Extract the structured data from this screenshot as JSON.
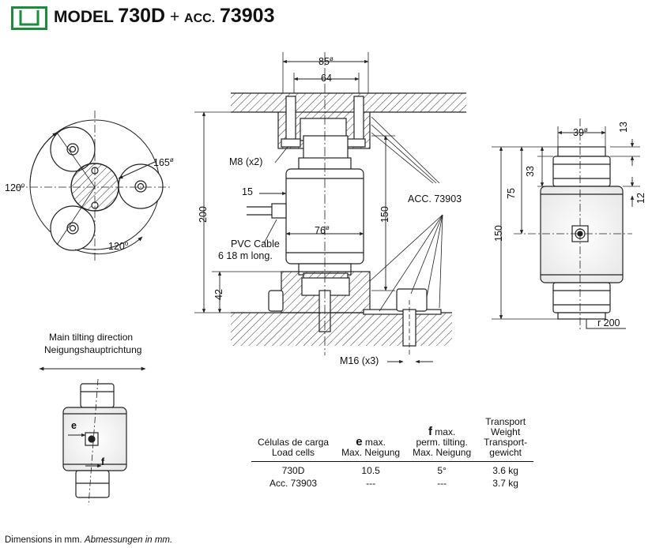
{
  "colors": {
    "brand": "#1a8c3a",
    "line": "#222222",
    "hatch": "#333333"
  },
  "header": {
    "logo_icon": "brand-u-logo-icon",
    "model_prefix": "MODEL",
    "model_number": "730D",
    "plus": "+",
    "acc_prefix": "ACC.",
    "acc_number": "73903"
  },
  "dimensions": {
    "d85": "85",
    "d64": "64",
    "m8": "M8 (x2)",
    "d15": "15",
    "d200": "200",
    "d150_center": "150",
    "d76": "76",
    "pvc_line1": "PVC Cable",
    "pvc_line2": "6 18 m long.",
    "d42": "42",
    "m16": "M16 (x3)",
    "acc_label": "ACC. 73903",
    "angle_120_left": "120",
    "angle_120_bottom": "120",
    "d165": "165",
    "d39": "39",
    "d13": "13",
    "d33": "33",
    "d75": "75",
    "d12": "12",
    "d150_right": "150",
    "r200": "r 200",
    "e_label": "e",
    "f_label": "f",
    "diameter_sym": "ø",
    "degree_sym": "o"
  },
  "tilting": {
    "line1": "Main tilting direction",
    "line2": "Neigungshauptrichtung"
  },
  "specs": {
    "headers": [
      {
        "line1": "",
        "line2": "Células de carga",
        "line3": "Load cells"
      },
      {
        "strong": "e",
        "line1": " max.",
        "line2": "Max. Neigung"
      },
      {
        "strong": "f",
        "line1": " max.",
        "line2": "perm. tilting.",
        "line3": "Max. Neigung"
      },
      {
        "line0": "Transport",
        "line1": "Weight",
        "line2": "Transport-",
        "line3": "gewicht"
      }
    ],
    "rows": [
      [
        "730D",
        "10.5",
        "5°",
        "3.6 kg"
      ],
      [
        "Acc. 73903",
        "---",
        "---",
        "3.7 kg"
      ]
    ]
  },
  "footer": {
    "text": "Dimensions in mm.",
    "italic": "Abmessungen in mm."
  }
}
